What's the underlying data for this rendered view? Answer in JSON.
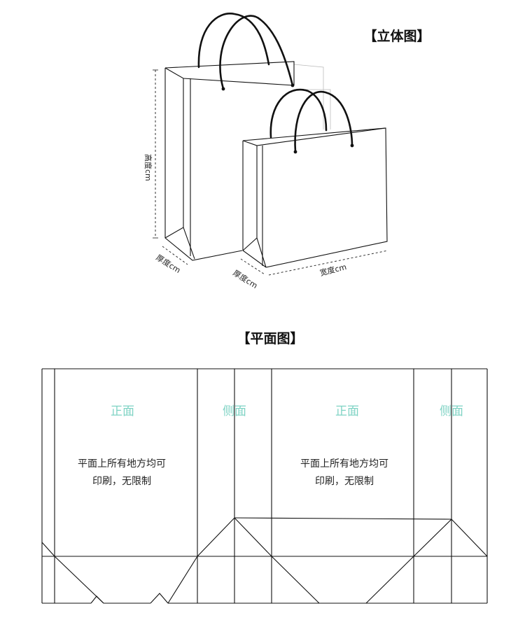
{
  "view3d": {
    "title": "【立体图】",
    "height_label": "高度cm",
    "width_label": "宽度cm",
    "gusset_label_large": "厚度cm",
    "gusset_label_small": "厚度cm"
  },
  "flat": {
    "title": "【平面图】",
    "panels": [
      {
        "label": "正面",
        "note_line1": "平面上所有地方均可",
        "note_line2": "印刷，无限制"
      },
      {
        "label": "侧面"
      },
      {
        "label": "正面",
        "note_line1": "平面上所有地方均可",
        "note_line2": "印刷，无限制"
      },
      {
        "label": "侧面"
      }
    ]
  },
  "colors": {
    "panel_label": "#7fd3c4",
    "line": "#111111"
  }
}
